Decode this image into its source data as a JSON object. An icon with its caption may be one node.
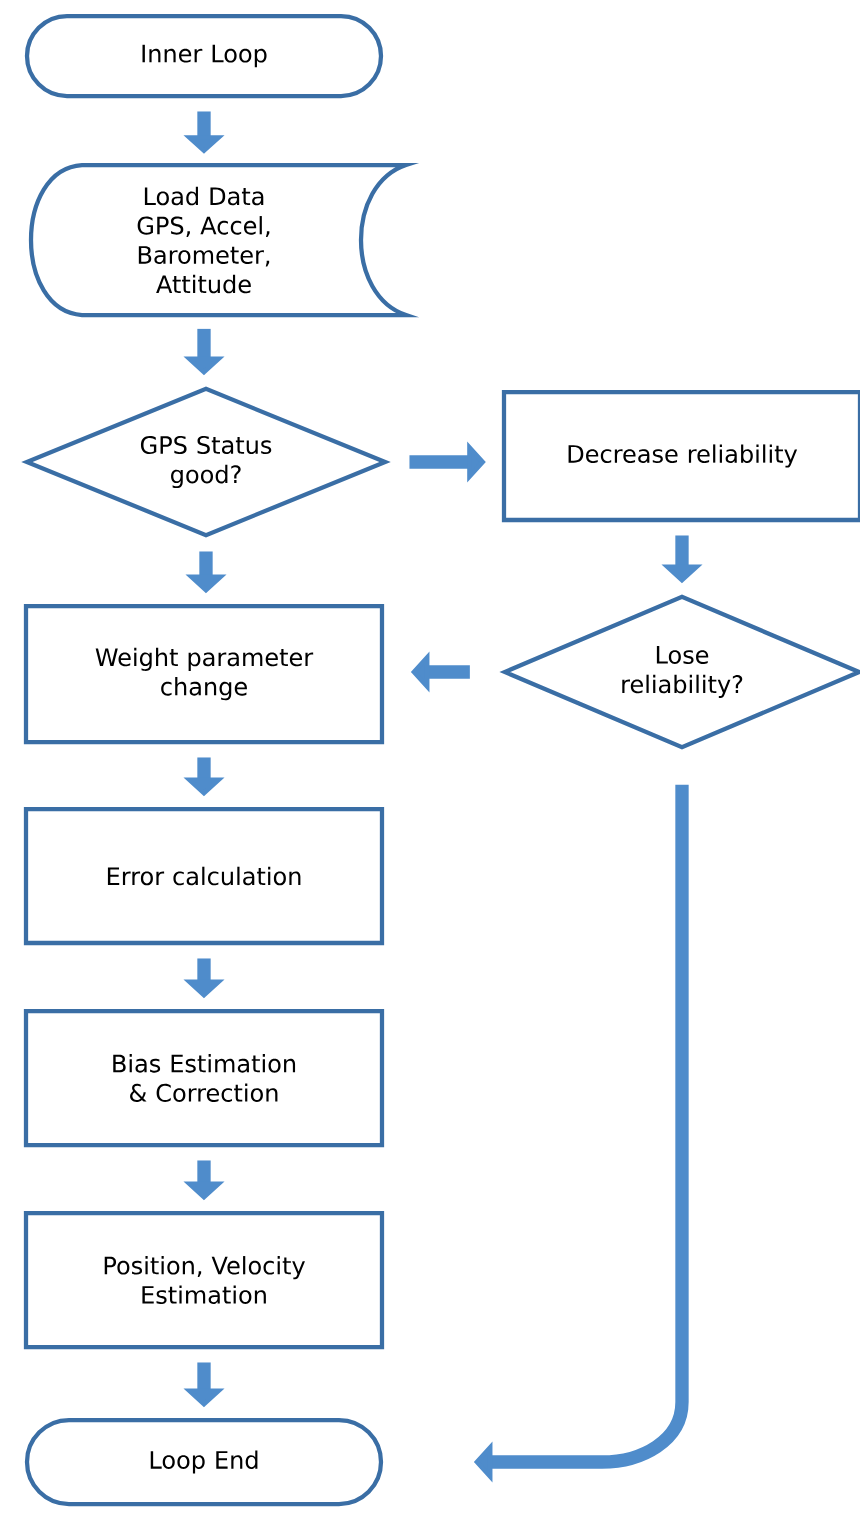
{
  "diagram": {
    "nodes": [
      {
        "text": [
          "Inner Loop"
        ]
      },
      {
        "text": [
          "Load Data GPS, Accel, Barometer, Attitude"
        ]
      },
      {
        "text": [
          "GPS Status good?"
        ]
      },
      {
        "text": [
          "Decrease reliability"
        ]
      },
      {
        "text": [
          "Lose reliability?"
        ]
      },
      {
        "text": [
          "Weight parameter change"
        ]
      },
      {
        "text": [
          "Error calculation"
        ]
      },
      {
        "text": [
          "Bias Estimation & Correction"
        ]
      },
      {
        "text": [
          "Position, Velocity Estimation"
        ]
      },
      {
        "text": [
          "Loop End"
        ]
      }
    ],
    "edges": [
      {
        "from": 0,
        "to": 1,
        "arrow": "to"
      },
      {
        "from": 1,
        "to": 2,
        "arrow": "to"
      },
      {
        "from": 2,
        "to": 3,
        "arrow": "to"
      },
      {
        "from": 3,
        "to": 4,
        "arrow": "to"
      },
      {
        "from": 2,
        "to": 5,
        "arrow": "to"
      },
      {
        "from": 4,
        "to": 5,
        "arrow": "to"
      },
      {
        "from": 5,
        "to": 6,
        "arrow": "to"
      },
      {
        "from": 6,
        "to": 7,
        "arrow": "to"
      },
      {
        "from": 7,
        "to": 8,
        "arrow": "to"
      },
      {
        "from": 8,
        "to": 9,
        "arrow": "to"
      },
      {
        "from": 4,
        "to": 9,
        "arrow": "to"
      }
    ]
  }
}
